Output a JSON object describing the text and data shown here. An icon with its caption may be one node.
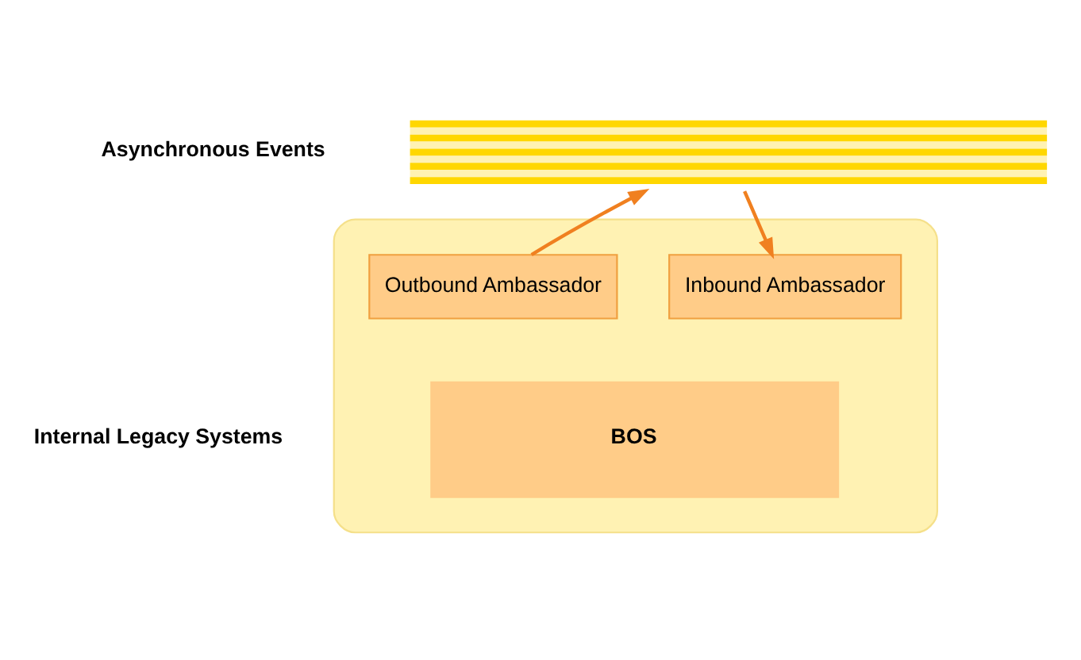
{
  "diagram": {
    "nodes": [
      {
        "text": [],
        "shape": "bar"
      },
      {
        "text": [],
        "shape": "box"
      },
      {
        "text": [
          "Inbound Ambassador"
        ],
        "in": 1
      },
      {
        "text": [
          "Outbound Ambassador"
        ],
        "in": 1
      },
      {
        "text": [
          "BOS"
        ],
        "in": 1
      }
    ],
    "edges": [
      {
        "from": 0,
        "to": 2,
        "arrow": "to"
      },
      {
        "from": 3,
        "to": 0,
        "arrow": "to"
      }
    ],
    "labels": [
      "Asynchronous Events",
      "Internal Legacy Systems"
    ]
  }
}
